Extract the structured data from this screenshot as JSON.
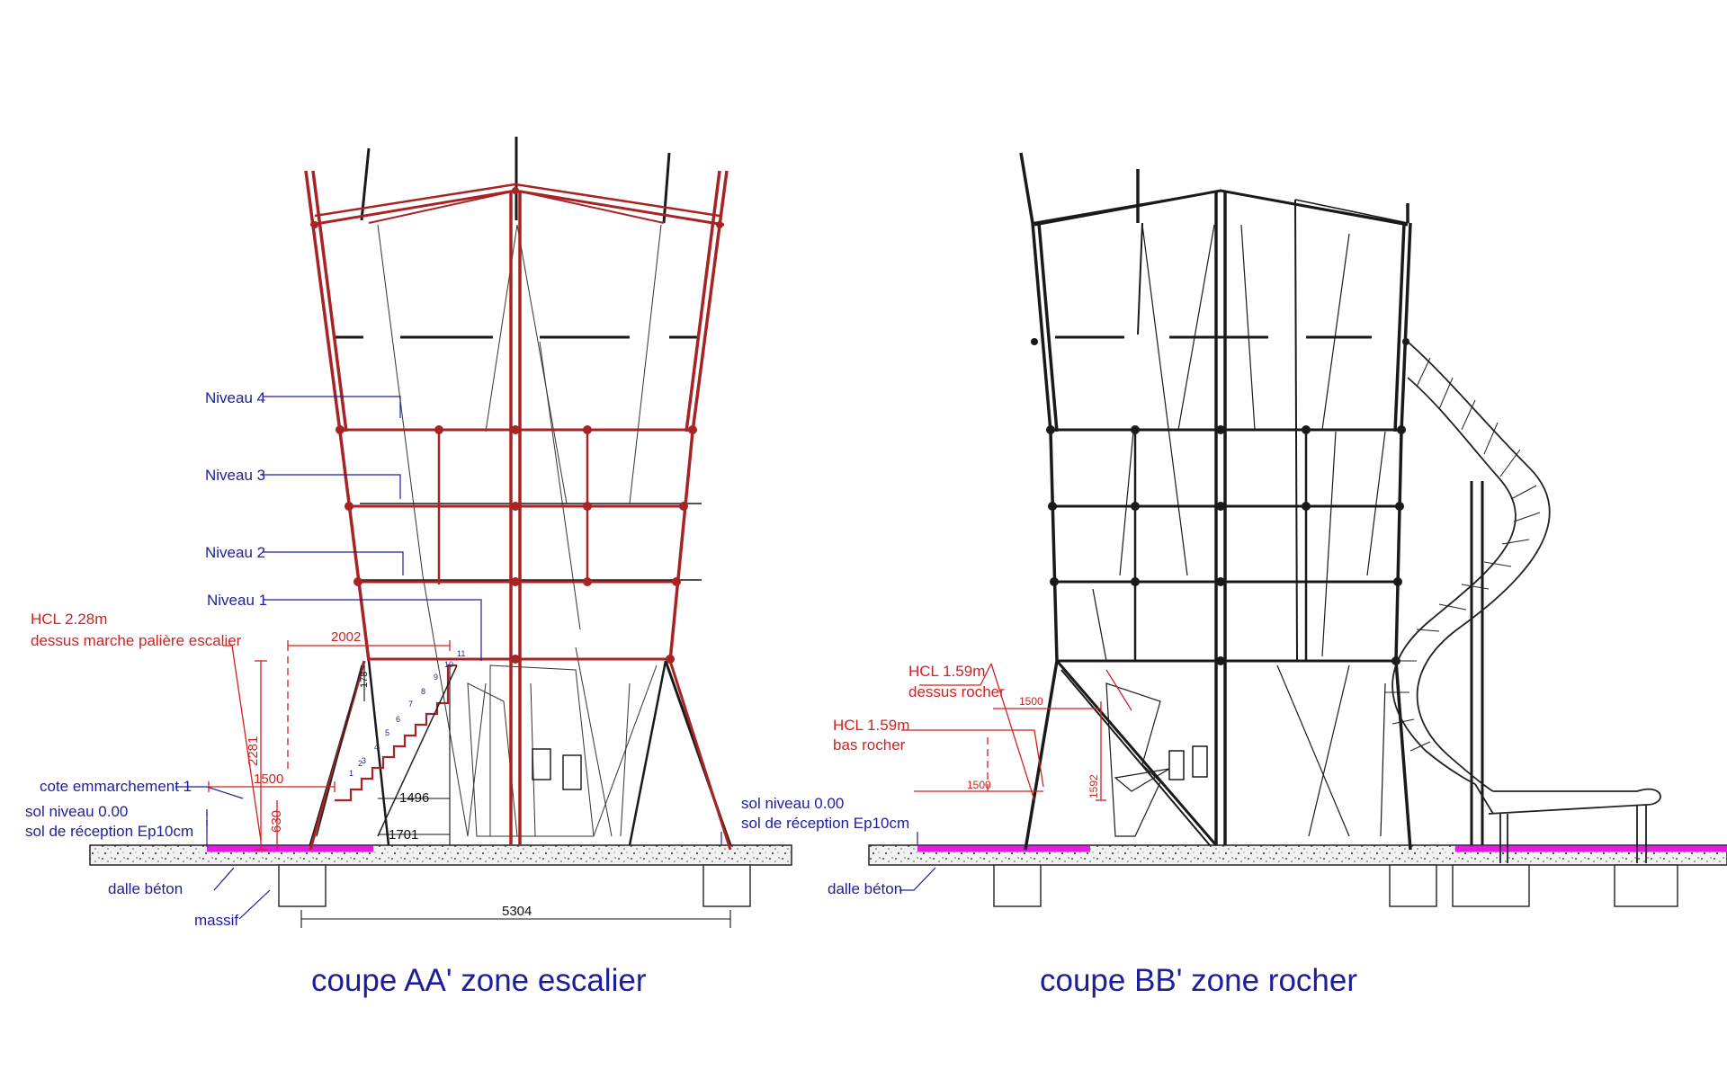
{
  "colors": {
    "annotation_blue": "#1e1e9c",
    "annotation_red": "#d42020",
    "frame_red": "#a82424",
    "floor_magenta": "#e619e6",
    "line_dark": "#1a1a1a"
  },
  "sections": [
    {
      "title": "coupe AA' zone escalier",
      "levels": [
        "Niveau 4",
        "Niveau 3",
        "Niveau 2",
        "Niveau 1"
      ],
      "hcl_value": "HCL 2.28m",
      "hcl_desc": "dessus marche palière escalier",
      "cote_emmarchement": "cote emmarchement 1",
      "sol_niveau": "sol niveau 0.00",
      "sol_reception": "sol de réception Ep10cm",
      "dalle": "dalle béton",
      "massif": "massif",
      "right_sol_niveau": "sol niveau 0.00",
      "right_sol_reception": "sol de réception Ep10cm",
      "dims": {
        "d2002": "2002",
        "d2281": "2281",
        "d1500": "1500",
        "d630": "630",
        "d1496": "1496",
        "d1701": "1701",
        "d5304": "5304",
        "d178": "178"
      },
      "steps": [
        "1",
        "2",
        "3",
        "4",
        "5",
        "6",
        "7",
        "8",
        "9",
        "10",
        "11"
      ]
    },
    {
      "title": "coupe BB' zone rocher",
      "hcl1_value": "HCL 1.59m",
      "hcl1_desc": "dessus rocher",
      "hcl2_value": "HCL 1.59m",
      "hcl2_desc": "bas rocher",
      "dalle": "dalle béton",
      "dims": {
        "d1500a": "1500",
        "d1500b": "1500",
        "d1592": "1592"
      }
    }
  ]
}
